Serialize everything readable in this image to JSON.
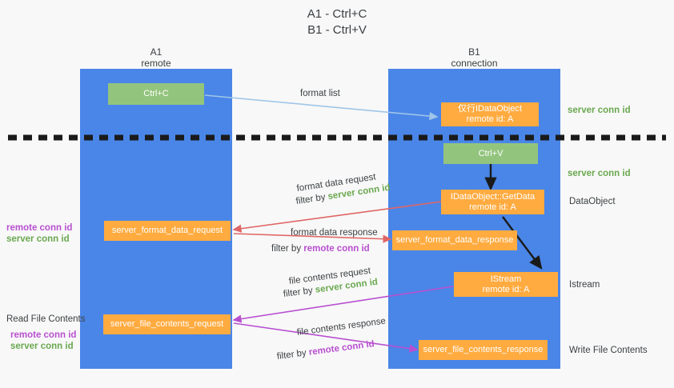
{
  "title": {
    "line1": "A1 - Ctrl+C",
    "line2": "B1 - Ctrl+V"
  },
  "lanes": [
    {
      "name": "A1",
      "sub": "remote"
    },
    {
      "name": "B1",
      "sub": "connection"
    }
  ],
  "nodes": {
    "ctrl_c": {
      "line1": "Ctrl+C"
    },
    "ctrl_v": {
      "line1": "Ctrl+V"
    },
    "idataobject": {
      "line1": "仅行IDataObject",
      "line2": "remote id: A"
    },
    "getdata": {
      "line1": "IDataObject::GetData",
      "line2": "remote id: A"
    },
    "istream": {
      "line1": "IStream",
      "line2": "remote id: A"
    },
    "fmt_req": {
      "line1": "server_format_data_request"
    },
    "fmt_resp": {
      "line1": "server_format_data_response"
    },
    "file_req": {
      "line1": "server_file_contents_request"
    },
    "file_resp": {
      "line1": "server_file_contents_response"
    }
  },
  "right_labels": {
    "server_conn_1": "server conn id",
    "server_conn_2": "server conn id",
    "dataobject": "DataObject",
    "istream": "Istream",
    "write_file_contents": "Write File Contents"
  },
  "left_labels": {
    "remote_conn_1": "remote conn id",
    "server_conn_1": "server conn id",
    "read_file_contents": "Read File Contents",
    "remote_conn_2": "remote conn id",
    "server_conn_2": "server conn id"
  },
  "edges": {
    "format_list": "format list",
    "format_data_request": "format data request",
    "format_data_request_filter_prefix": "filter by ",
    "format_data_request_filter_id": "server conn id",
    "format_data_response": "format data response",
    "format_data_response_filter_prefix": "filter by ",
    "format_data_response_filter_id": "remote conn id",
    "file_contents_request": "file contents request",
    "file_contents_request_filter_prefix": "filter by ",
    "file_contents_request_filter_id": "server conn id",
    "file_contents_response": "file contents response",
    "file_contents_response_filter_prefix": "filter by ",
    "file_contents_response_filter_id": "remote conn id"
  },
  "colors": {
    "lane": "#4a86e8",
    "green_node": "#93c47d",
    "orange_node": "#ffab40",
    "green_text": "#6aa84f",
    "purple_text": "#b84fd0",
    "arrow_blue": "#9fc5e8",
    "arrow_red": "#e06666",
    "arrow_purple": "#b84fd0",
    "arrow_dark": "#1a1a1a",
    "divider": "#1a1a1a",
    "background": "#f8f8f8"
  }
}
